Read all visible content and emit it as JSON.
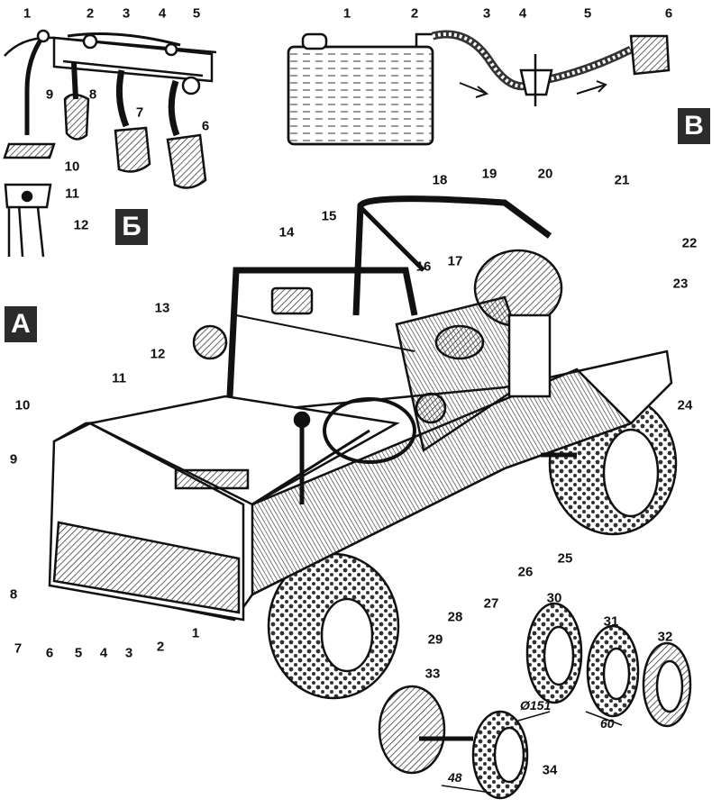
{
  "panels": {
    "a": {
      "letter": "А"
    },
    "b": {
      "letter": "Б"
    },
    "v": {
      "letter": "В"
    }
  },
  "labels_b": [
    "1",
    "2",
    "3",
    "4",
    "5",
    "6",
    "7",
    "8",
    "9",
    "10",
    "11",
    "12"
  ],
  "labels_v": [
    "1",
    "2",
    "3",
    "4",
    "5",
    "6"
  ],
  "labels_a": [
    "1",
    "2",
    "3",
    "4",
    "5",
    "6",
    "7",
    "8",
    "9",
    "10",
    "11",
    "12",
    "13",
    "14",
    "15",
    "16",
    "17",
    "18",
    "19",
    "20",
    "21",
    "22",
    "23",
    "24",
    "25",
    "26",
    "27",
    "28",
    "29"
  ],
  "labels_wheel": [
    "30",
    "31",
    "32",
    "33",
    "34"
  ],
  "dimensions": {
    "d151": "Ø151",
    "d60": "60",
    "d48": "48"
  }
}
